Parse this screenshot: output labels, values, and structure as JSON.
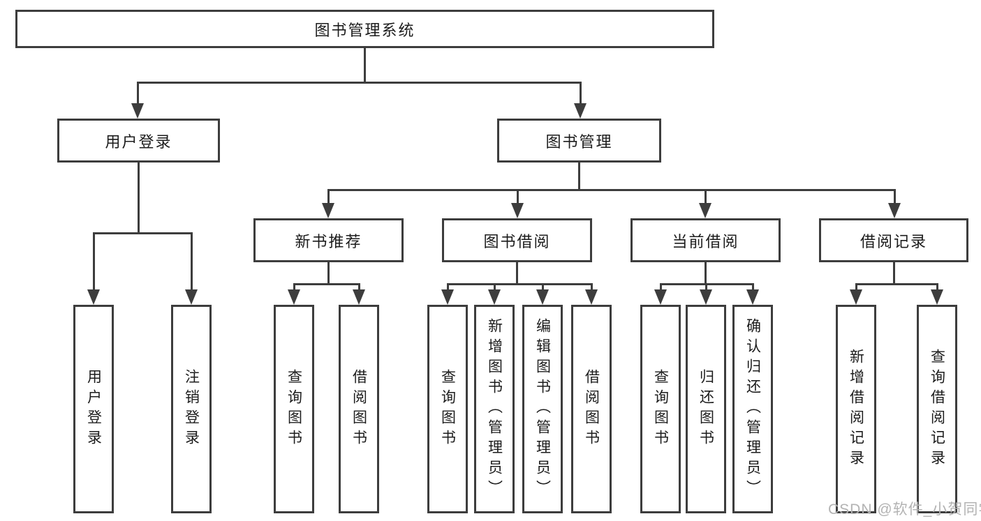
{
  "diagram": {
    "root": {
      "label": "图书管理系统"
    },
    "level2": [
      {
        "label": "用户登录"
      },
      {
        "label": "图书管理"
      }
    ],
    "level3": [
      {
        "label": "新书推荐"
      },
      {
        "label": "图书借阅"
      },
      {
        "label": "当前借阅"
      },
      {
        "label": "借阅记录"
      }
    ],
    "leaves": {
      "user_login": [
        {
          "label": "用户登录"
        },
        {
          "label": "注销登录"
        }
      ],
      "new_book": [
        {
          "label": "查询图书"
        },
        {
          "label": "借阅图书"
        }
      ],
      "book_borrow": [
        {
          "label": "查询图书"
        },
        {
          "label": "新增图书（管理员）"
        },
        {
          "label": "编辑图书（管理员）"
        },
        {
          "label": "借阅图书"
        }
      ],
      "current_borrow": [
        {
          "label": "查询图书"
        },
        {
          "label": "归还图书"
        },
        {
          "label": "确认归还（管理员）"
        }
      ],
      "borrow_record": [
        {
          "label": "新增借阅记录"
        },
        {
          "label": "查询借阅记录"
        }
      ]
    }
  },
  "watermark": {
    "text": "CSDN @软件_小贺同学"
  },
  "colors": {
    "line": "#3d3d3d",
    "box_border": "#3d3d3d",
    "text": "#1c1c1c",
    "background": "#ffffff",
    "watermark": "#b3b3b3"
  }
}
